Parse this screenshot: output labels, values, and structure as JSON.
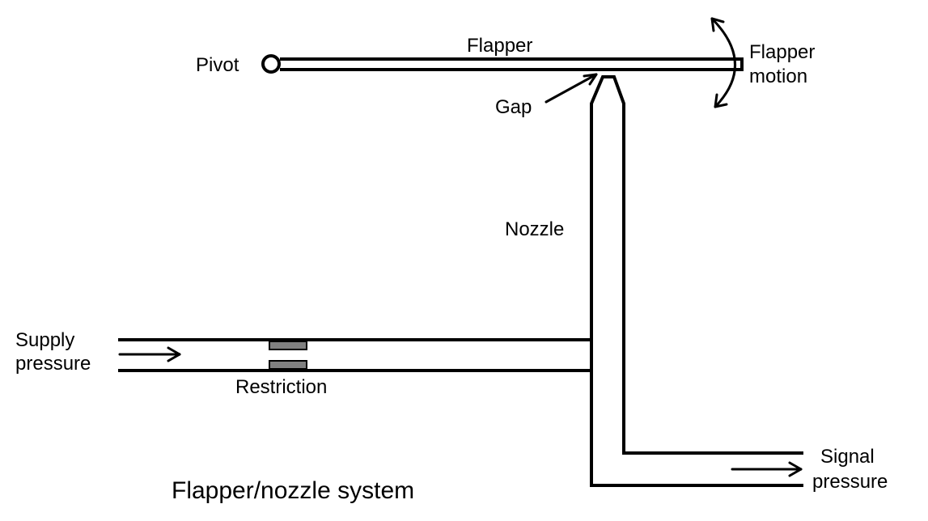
{
  "labels": {
    "pivot": "Pivot",
    "flapper": "Flapper",
    "flapper_motion_line1": "Flapper",
    "flapper_motion_line2": "motion",
    "gap": "Gap",
    "nozzle": "Nozzle",
    "supply_line1": "Supply",
    "supply_line2": "pressure",
    "restriction": "Restriction",
    "signal_line1": "Signal",
    "signal_line2": "pressure"
  },
  "caption": "Flapper/nozzle system",
  "colors": {
    "stroke": "#000000",
    "restriction_fill": "#808080",
    "background": "#ffffff"
  }
}
